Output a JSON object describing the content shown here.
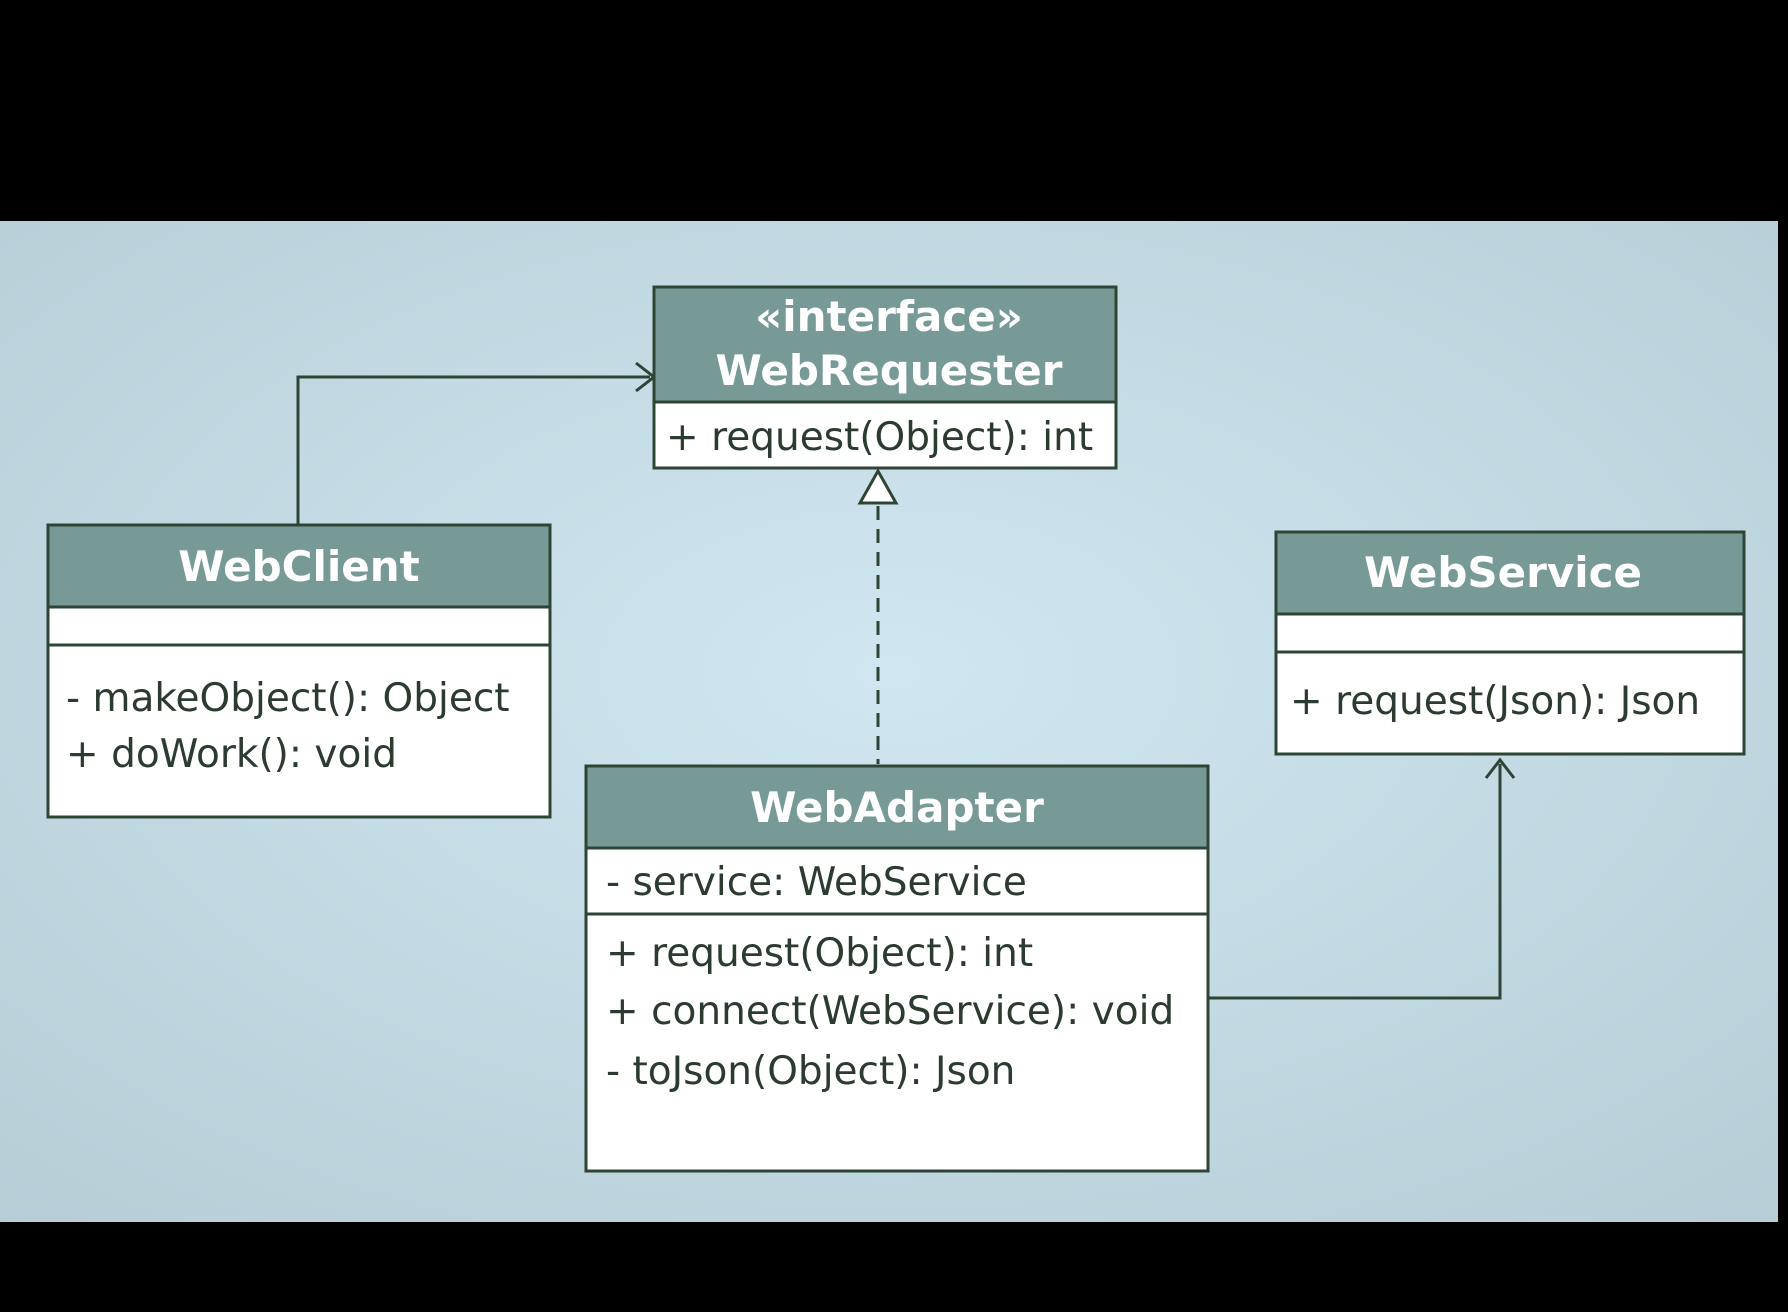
{
  "diagram": {
    "colors": {
      "header_fill": "#779a97",
      "body_fill": "#ffffff",
      "border": "#2e4535",
      "line": "#2e4535",
      "text_dark": "#2c3b30",
      "text_light": "#ffffff",
      "background_center": "#d0e7f1",
      "background_edge": "#b6cdd6"
    },
    "classes": {
      "web_requester": {
        "stereotype": "«interface»",
        "name": "WebRequester",
        "attributes": [],
        "methods": [
          "+ request(Object): int"
        ]
      },
      "web_client": {
        "name": "WebClient",
        "attributes": [],
        "methods": [
          "- makeObject(): Object",
          "+ doWork(): void"
        ]
      },
      "web_service": {
        "name": "WebService",
        "attributes": [],
        "methods": [
          "+ request(Json): Json"
        ]
      },
      "web_adapter": {
        "name": "WebAdapter",
        "attributes": [
          "- service: WebService"
        ],
        "methods": [
          "+ request(Object): int",
          "+ connect(WebService): void",
          "- toJson(Object): Json"
        ]
      }
    },
    "relationships": [
      {
        "type": "association",
        "from": "WebClient",
        "to": "WebRequester"
      },
      {
        "type": "realization",
        "from": "WebAdapter",
        "to": "WebRequester"
      },
      {
        "type": "association",
        "from": "WebAdapter",
        "to": "WebService"
      }
    ]
  }
}
